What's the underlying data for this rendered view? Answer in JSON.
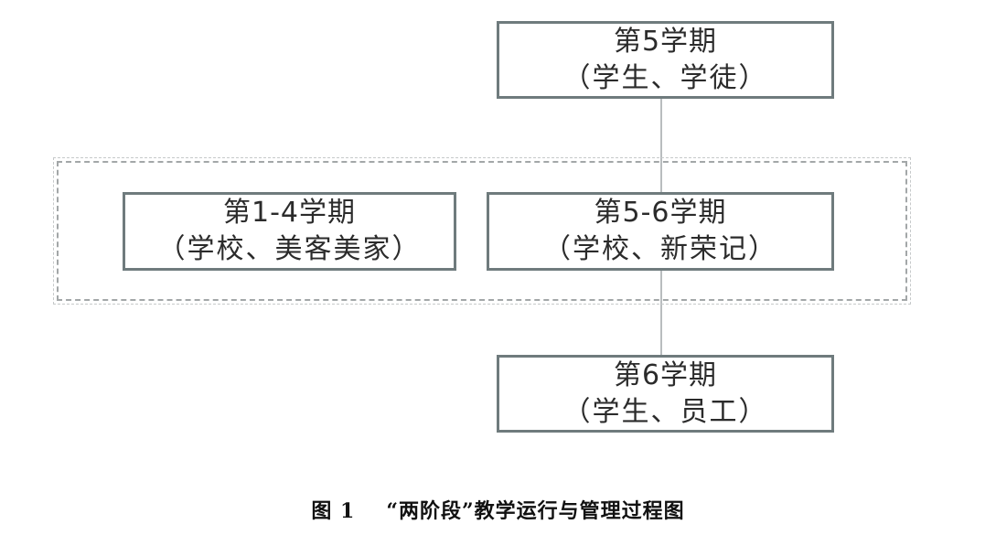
{
  "boxes": {
    "semester5": {
      "line1": "第5学期",
      "line2": "（学生、学徒）"
    },
    "semester1_4": {
      "line1": "第1-4学期",
      "line2": "（学校、美客美家）"
    },
    "semester5_6": {
      "line1": "第5-6学期",
      "line2": "（学校、新荣记）"
    },
    "semester6": {
      "line1": "第6学期",
      "line2": "（学生、员工）"
    }
  },
  "caption": {
    "figure_number": "图 1",
    "title": "“两阶段”教学运行与管理过程图"
  }
}
